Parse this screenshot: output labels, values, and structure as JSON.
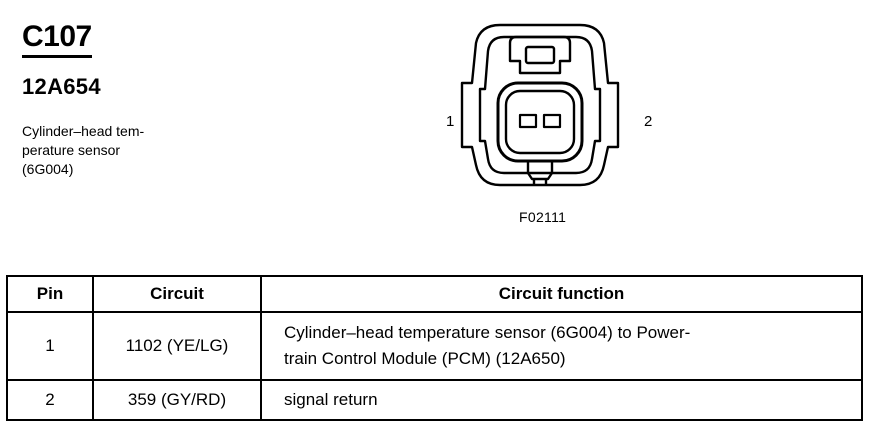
{
  "header": {
    "connector_id": "C107",
    "part_number": "12A654",
    "description_line1": "Cylinder–head tem-",
    "description_line2": "perature sensor",
    "description_line3": "(6G004)"
  },
  "diagram": {
    "pin_left": "1",
    "pin_right": "2",
    "figure_id": "F02111"
  },
  "table": {
    "headers": {
      "pin": "Pin",
      "circuit": "Circuit",
      "function": "Circuit function"
    },
    "rows": [
      {
        "pin": "1",
        "circuit": "1102 (YE/LG)",
        "function_line1": "Cylinder–head temperature sensor (6G004) to Power-",
        "function_line2": "train Control Module (PCM) (12A650)"
      },
      {
        "pin": "2",
        "circuit": "359 (GY/RD)",
        "function_line1": "signal return"
      }
    ]
  }
}
